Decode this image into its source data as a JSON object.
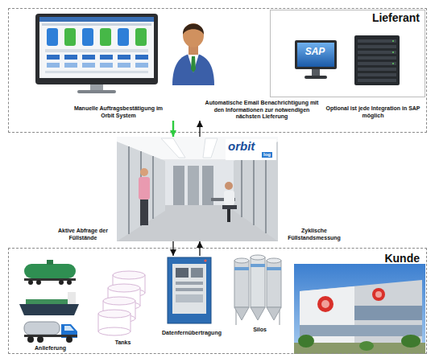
{
  "diagram": {
    "nodes": [
      {
        "text": [
          "Lieferant"
        ]
      },
      {
        "text": [
          "Manuelle Auftragsbestätigung im Orbit System"
        ],
        "in": 0
      },
      {
        "text": [
          "SAP",
          "Optional ist jede Integration in SAP möglich"
        ],
        "in": 0
      },
      {
        "text": [
          "orbit",
          "log"
        ]
      },
      {
        "text": [
          "Kunde"
        ]
      },
      {
        "text": [
          "Anlieferung"
        ],
        "in": 4
      },
      {
        "text": [
          "Tanks"
        ],
        "in": 4
      },
      {
        "text": [
          "Datenfernübertragung"
        ],
        "in": 4
      },
      {
        "text": [
          "Silos"
        ],
        "in": 4
      }
    ],
    "edges": [
      {
        "from": 1,
        "to": 3,
        "arrow": "to"
      },
      {
        "from": 3,
        "to": 1,
        "label": "Automatische Email Benachrichtigung mit den Informationen zur notwendigen nächsten Lieferung",
        "arrow": "to"
      },
      {
        "from": 3,
        "to": 7,
        "label": "Aktive Abfrage der Füllstände",
        "arrow": "to"
      },
      {
        "from": 7,
        "to": 3,
        "label": "Zyklische Füllstandsmessung",
        "arrow": "to"
      }
    ]
  }
}
